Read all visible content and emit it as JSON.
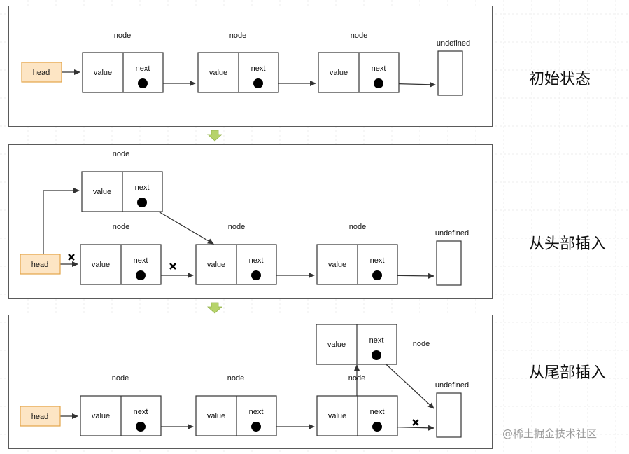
{
  "labels": {
    "node": "node",
    "value": "value",
    "next": "next",
    "head": "head",
    "undefined": "undefined"
  },
  "titles": {
    "initial": "初始状态",
    "insert_head": "从头部插入",
    "insert_tail": "从尾部插入"
  },
  "watermark": "@稀土掘金技术社区",
  "colors": {
    "head_fill": "#fde5c4",
    "head_stroke": "#e3a54a",
    "transition_arrow": "#b6d36a",
    "panel_border": "#5a5a5a",
    "line": "#333333"
  }
}
